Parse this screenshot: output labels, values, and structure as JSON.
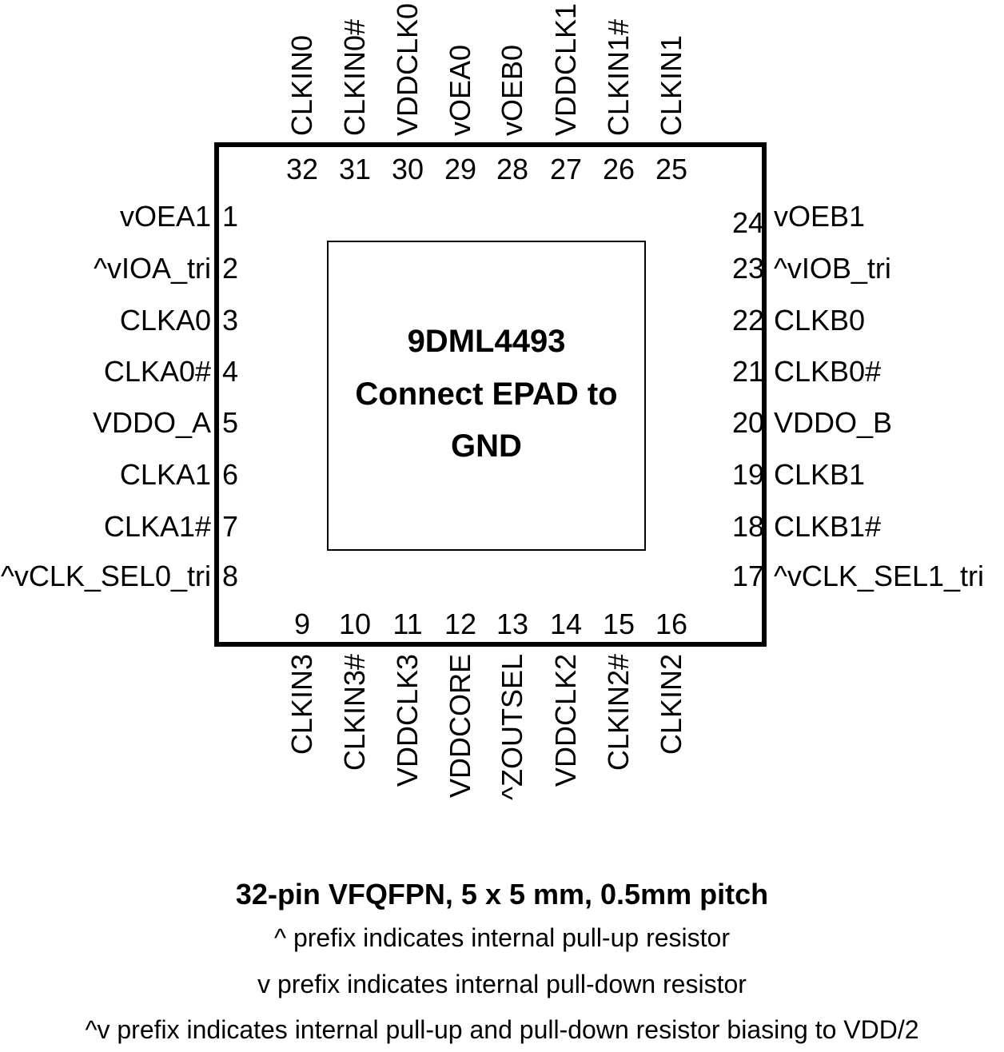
{
  "chip": {
    "part": "9DML4493",
    "epad_note_1": "Connect EPAD to",
    "epad_note_2": "GND"
  },
  "pins": {
    "left": [
      {
        "num": "1",
        "name": "vOEA1"
      },
      {
        "num": "2",
        "name": "^vIOA_tri"
      },
      {
        "num": "3",
        "name": "CLKA0"
      },
      {
        "num": "4",
        "name": "CLKA0#"
      },
      {
        "num": "5",
        "name": "VDDO_A"
      },
      {
        "num": "6",
        "name": "CLKA1"
      },
      {
        "num": "7",
        "name": "CLKA1#"
      },
      {
        "num": "8",
        "name": "^vCLK_SEL0_tri"
      }
    ],
    "bottom": [
      {
        "num": "9",
        "name": "CLKIN3"
      },
      {
        "num": "10",
        "name": "CLKIN3#"
      },
      {
        "num": "11",
        "name": "VDDCLK3"
      },
      {
        "num": "12",
        "name": "VDDCORE"
      },
      {
        "num": "13",
        "name": "^ZOUTSEL"
      },
      {
        "num": "14",
        "name": "VDDCLK2"
      },
      {
        "num": "15",
        "name": "CLKIN2#"
      },
      {
        "num": "16",
        "name": "CLKIN2"
      }
    ],
    "right": [
      {
        "num": "24",
        "name": "vOEB1"
      },
      {
        "num": "23",
        "name": "^vIOB_tri"
      },
      {
        "num": "22",
        "name": "CLKB0"
      },
      {
        "num": "21",
        "name": "CLKB0#"
      },
      {
        "num": "20",
        "name": "VDDO_B"
      },
      {
        "num": "19",
        "name": "CLKB1"
      },
      {
        "num": "18",
        "name": "CLKB1#"
      },
      {
        "num": "17",
        "name": "^vCLK_SEL1_tri"
      }
    ],
    "top": [
      {
        "num": "32",
        "name": "CLKIN0"
      },
      {
        "num": "31",
        "name": "CLKIN0#"
      },
      {
        "num": "30",
        "name": "VDDCLK0"
      },
      {
        "num": "29",
        "name": "vOEA0"
      },
      {
        "num": "28",
        "name": "vOEB0"
      },
      {
        "num": "27",
        "name": "VDDCLK1"
      },
      {
        "num": "26",
        "name": "CLKIN1#"
      },
      {
        "num": "25",
        "name": "CLKIN1"
      }
    ]
  },
  "caption": {
    "title": "32-pin VFQFPN, 5 x 5 mm, 0.5mm pitch",
    "notes": [
      "^ prefix indicates internal pull-up resistor",
      "v prefix indicates internal pull-down resistor",
      "^v prefix indicates internal pull-up and pull-down resistor biasing to VDD/2"
    ]
  }
}
